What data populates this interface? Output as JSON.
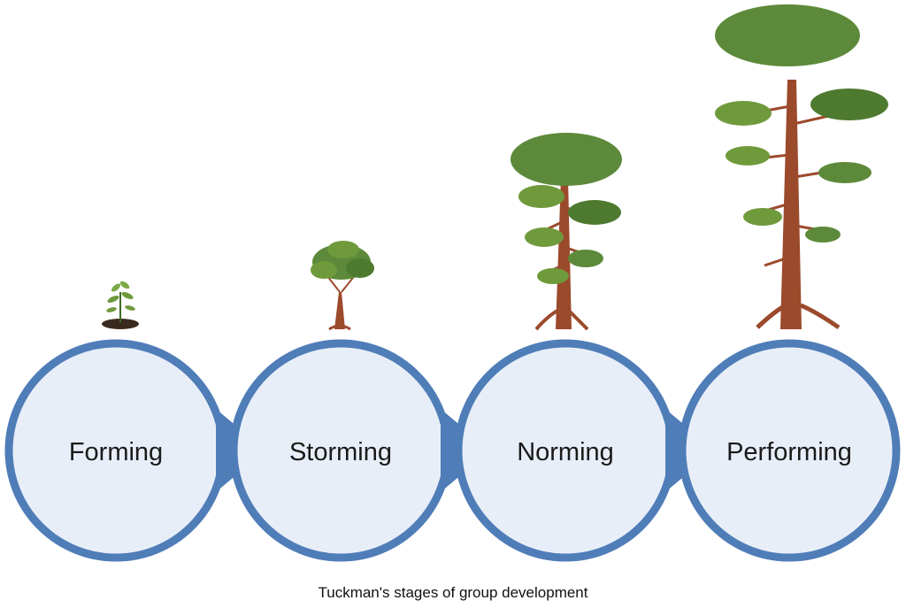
{
  "stages": [
    {
      "label": "Forming",
      "plant": "seedling-icon"
    },
    {
      "label": "Storming",
      "plant": "young-tree-icon"
    },
    {
      "label": "Norming",
      "plant": "medium-tree-icon"
    },
    {
      "label": "Performing",
      "plant": "tall-tree-icon"
    }
  ],
  "caption": "Tuckman's  stages of group development",
  "colors": {
    "circle_fill": "#e8eef8",
    "circle_stroke": "#4f7db8",
    "arrow": "#4f7db8",
    "foliage": "#5d8a3a",
    "trunk": "#9b4a2c",
    "soil": "#3a2a1e"
  }
}
